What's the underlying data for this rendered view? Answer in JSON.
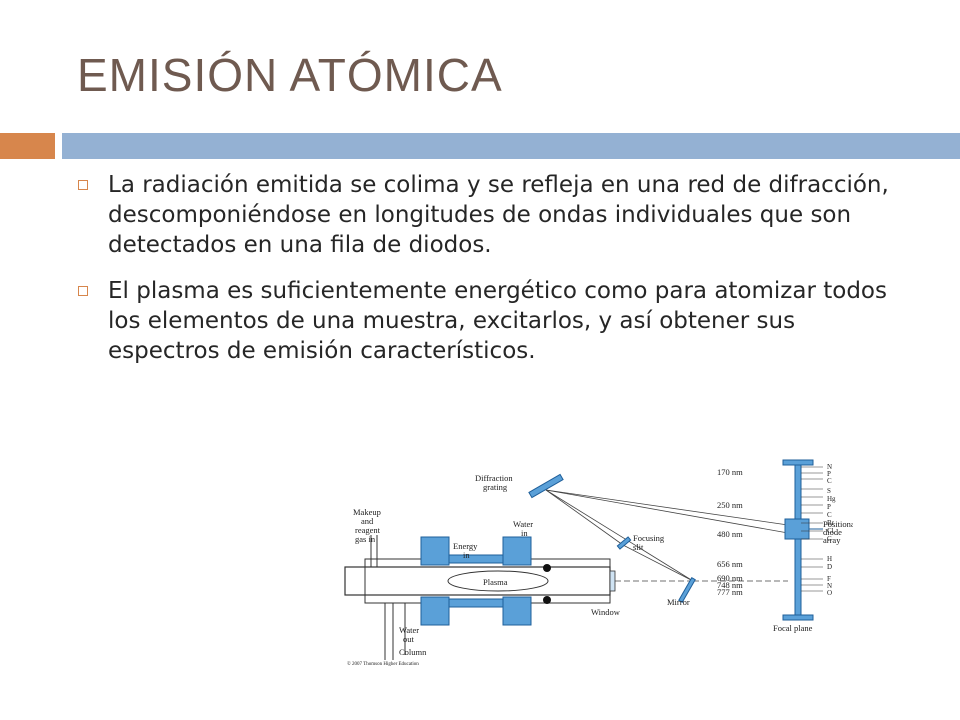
{
  "slide": {
    "title": "EMISIÓN ATÓMICA",
    "colors": {
      "title": "#6f5a50",
      "accent_orange": "#d7864c",
      "accent_blue": "#94b1d3",
      "bullet_marker": "#d7864c"
    },
    "bullets": [
      "La radiación emitida se colima y se refleja en una red de difracción, descomponiéndose en longitudes de ondas individuales que son detectados en una fila de diodos.",
      "El plasma es suficientemente energético como para atomizar todos los elementos de una muestra, excitarlos, y así obtener sus espectros de emisión característicos."
    ]
  },
  "diagram": {
    "labels": {
      "makeup": [
        "Makeup",
        "and",
        "reagent",
        "gas in"
      ],
      "energy_in": [
        "Energy",
        "in"
      ],
      "water_in": [
        "Water",
        "in"
      ],
      "plasma": "Plasma",
      "water_out": [
        "Water",
        "out"
      ],
      "column": "Column",
      "window": "Window",
      "diffraction_grating": [
        "Diffraction",
        "grating"
      ],
      "focusing_slit": [
        "Focusing",
        "slit"
      ],
      "mirror": "Mirror",
      "positionable_diode_array": [
        "Positionable",
        "diode",
        "array"
      ],
      "focal_plane": "Focal plane",
      "copyright": "© 2007 Thomson Higher Education"
    },
    "wavelengths": [
      "170 nm",
      "250 nm",
      "480 nm",
      "656 nm",
      "690 nm",
      "748 nm",
      "777 nm"
    ],
    "elements": [
      "N",
      "P",
      "C",
      "S",
      "Hg",
      "P",
      "C",
      "Br",
      "Cl",
      "C",
      "H",
      "D",
      "F",
      "N",
      "O"
    ]
  }
}
